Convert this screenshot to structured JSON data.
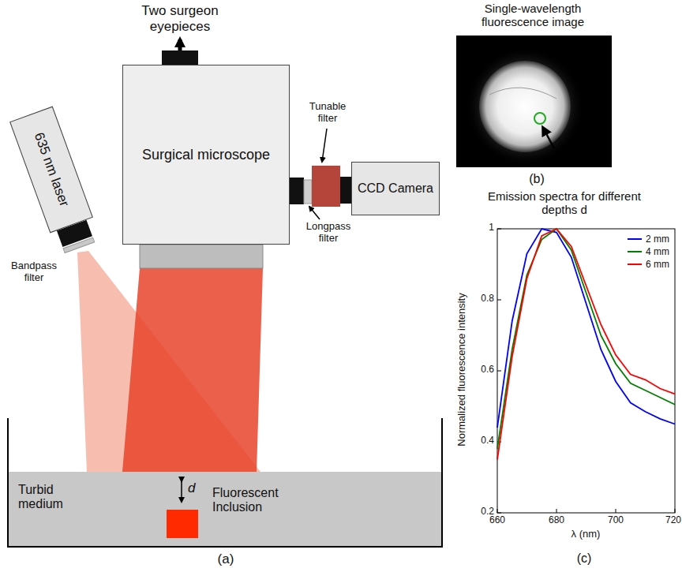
{
  "diagram": {
    "nodes": [
      {
        "text": [
          "635 nm laser"
        ]
      },
      {
        "text": [
          "Surgical microscope"
        ]
      },
      {
        "text": [
          "CCD Camera"
        ]
      },
      {
        "text": [
          "Turbid medium"
        ]
      },
      {
        "text": [
          "Fluorescent Inclusion"
        ],
        "in": 3
      }
    ],
    "labels": [
      "Two surgeon eyepieces",
      "Tunable filter",
      "Longpass filter",
      "Bandpass filter",
      "d",
      "(a)",
      "Single-wavelength fluorescence image",
      "(b)",
      "Emission spectra for different depths d",
      "Normalized fluorescence intensity",
      "λ (nm)",
      "1",
      "0.8",
      "0.6",
      "0.4",
      "0.2",
      "660",
      "680",
      "700",
      "720",
      "(c)"
    ],
    "legend": [
      {
        "text": "2 mm",
        "color": "#0000ff"
      },
      {
        "text": "4 mm",
        "color": "#008000"
      },
      {
        "text": "6 mm",
        "color": "#ff0000"
      }
    ]
  }
}
